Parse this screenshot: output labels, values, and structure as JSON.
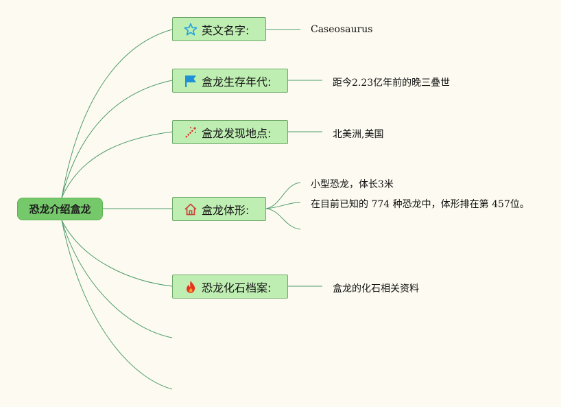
{
  "root": {
    "label": "恐龙介绍盒龙"
  },
  "topics": [
    {
      "icon": "star-icon",
      "label": "英文名字:",
      "details": [
        "Caseosaurus"
      ]
    },
    {
      "icon": "flag-icon",
      "label": "盒龙生存年代:",
      "details": [
        "距今2.23亿年前的晚三叠世"
      ]
    },
    {
      "icon": "magic-wand-icon",
      "label": "盒龙发现地点:",
      "details": [
        "北美洲,美国"
      ]
    },
    {
      "icon": "house-icon",
      "label": "盒龙体形:",
      "details": [
        "小型恐龙，体长3米",
        "在目前已知的 774 种恐龙中，体形排在第 457位。"
      ]
    },
    {
      "icon": "fire-icon",
      "label": "恐龙化石档案:",
      "details": [
        "盒龙的化石相关资料"
      ]
    }
  ],
  "colors": {
    "background": "#fdfbf1",
    "root": "#76c96b",
    "topic": "#bfeeb3",
    "link": "#4d9b6a"
  }
}
